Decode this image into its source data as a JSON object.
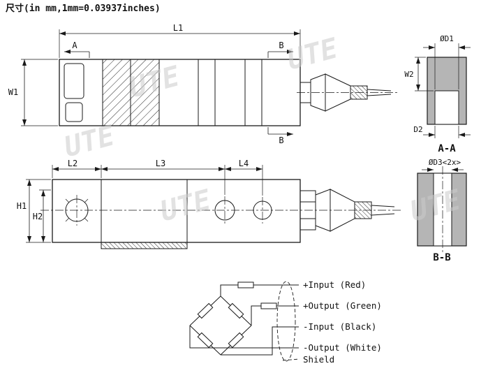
{
  "title": "尺寸(in mm,1mm=0.03937inches)",
  "watermark_text": "UTE",
  "colors": {
    "line": "#1a1a1a",
    "section_fill": "#b5b5b5",
    "watermark": "#cccccc"
  },
  "top_view": {
    "l1": "L1",
    "a_marker": "A",
    "b_marker_top": "B",
    "b_marker_bottom": "B",
    "w1": "W1"
  },
  "section_aa": {
    "d1": "ØD1",
    "w2": "W2",
    "d2": "D2",
    "label": "A-A"
  },
  "side_view": {
    "l2": "L2",
    "l3": "L3",
    "l4": "L4",
    "h1": "H1",
    "h2": "H2"
  },
  "section_bb": {
    "d3": "ØD3<2x>",
    "label": "B-B"
  },
  "wiring": {
    "labels": [
      "+Input (Red)",
      "+Output (Green)",
      "-Input (Black)",
      "-Output (White)",
      "Shield"
    ]
  }
}
